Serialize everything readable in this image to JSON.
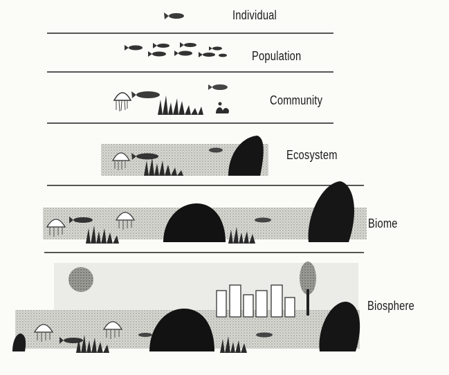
{
  "levels": [
    {
      "label": "Individual"
    },
    {
      "label": "Population"
    },
    {
      "label": "Community"
    },
    {
      "label": "Ecosystem"
    },
    {
      "label": "Biome"
    },
    {
      "label": "Biosphere"
    }
  ]
}
